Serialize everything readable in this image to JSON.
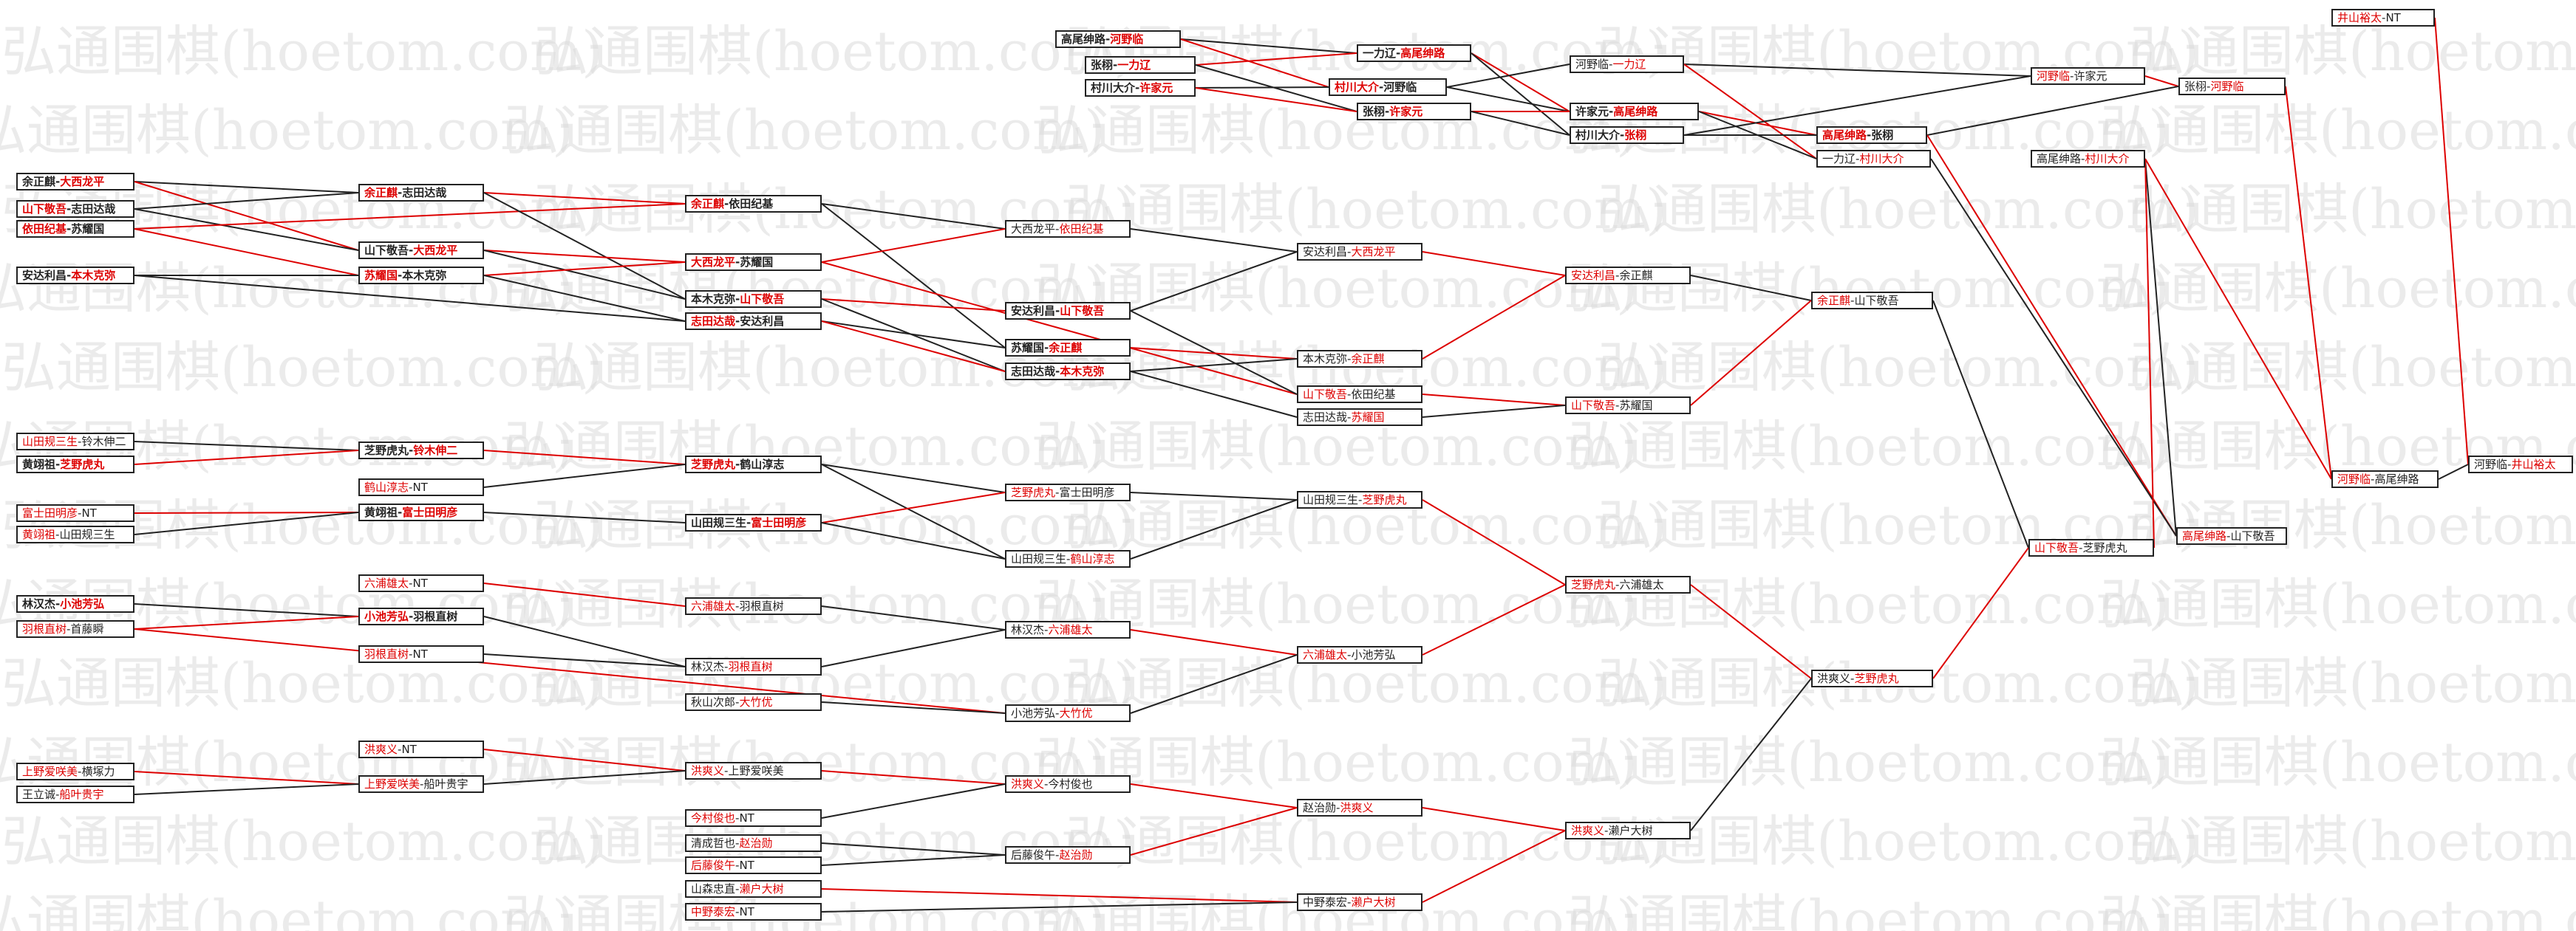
{
  "watermark": "弘通围棋(hoetom.com)",
  "colors": {
    "winner": "#dd0000",
    "text": "#222222",
    "border": "#222222"
  },
  "matches": [
    {
      "id": "r1a",
      "a": "余正麒",
      "b": "大西龙平",
      "w": "b",
      "bold": true
    },
    {
      "id": "r1b",
      "a": "山下敬吾",
      "b": "志田达哉",
      "w": "a",
      "bold": true
    },
    {
      "id": "r1c",
      "a": "依田纪基",
      "b": "苏耀国",
      "w": "a",
      "bold": true
    },
    {
      "id": "r1d",
      "a": "安达利昌",
      "b": "本木克弥",
      "w": "b",
      "bold": true
    },
    {
      "id": "r1e",
      "a": "山田规三生",
      "b": "铃木伸二",
      "w": "a"
    },
    {
      "id": "r1f",
      "a": "黄翊祖",
      "b": "芝野虎丸",
      "w": "b",
      "bold": true
    },
    {
      "id": "r1g",
      "a": "富士田明彦",
      "b": "NT",
      "w": "a"
    },
    {
      "id": "r1h",
      "a": "黄翊祖",
      "b": "山田规三生",
      "w": "a"
    },
    {
      "id": "r1i",
      "a": "林汉杰",
      "b": "小池芳弘",
      "w": "b",
      "bold": true
    },
    {
      "id": "r1j",
      "a": "羽根直树",
      "b": "首藤瞬",
      "w": "a"
    },
    {
      "id": "r1k",
      "a": "上野爱咲美",
      "b": "横塚力",
      "w": "a"
    },
    {
      "id": "r1l",
      "a": "王立诚",
      "b": "船叶贵宇",
      "w": "b"
    },
    {
      "id": "r2a",
      "a": "余正麒",
      "b": "志田达哉",
      "w": "a",
      "bold": true
    },
    {
      "id": "r2b",
      "a": "山下敬吾",
      "b": "大西龙平",
      "w": "b",
      "bold": true
    },
    {
      "id": "r2c",
      "a": "苏耀国",
      "b": "本木克弥",
      "w": "a",
      "bold": true
    },
    {
      "id": "r2d",
      "a": "芝野虎丸",
      "b": "铃木伸二",
      "w": "b",
      "bold": true
    },
    {
      "id": "r2e",
      "a": "鹤山淳志",
      "b": "NT",
      "w": "a"
    },
    {
      "id": "r2f",
      "a": "黄翊祖",
      "b": "富士田明彦",
      "w": "b",
      "bold": true
    },
    {
      "id": "r2g",
      "a": "六浦雄太",
      "b": "NT",
      "w": "a"
    },
    {
      "id": "r2h",
      "a": "小池芳弘",
      "b": "羽根直树",
      "w": "a",
      "bold": true
    },
    {
      "id": "r2i",
      "a": "羽根直树",
      "b": "NT",
      "w": "a"
    },
    {
      "id": "r2j",
      "a": "洪爽义",
      "b": "NT",
      "w": "a"
    },
    {
      "id": "r2k",
      "a": "上野爱咲美",
      "b": "船叶贵宇",
      "w": "a"
    },
    {
      "id": "r3a",
      "a": "余正麒",
      "b": "依田纪基",
      "w": "a",
      "bold": true
    },
    {
      "id": "r3b",
      "a": "大西龙平",
      "b": "苏耀国",
      "w": "a",
      "bold": true
    },
    {
      "id": "r3c",
      "a": "本木克弥",
      "b": "山下敬吾",
      "w": "b",
      "bold": true
    },
    {
      "id": "r3d",
      "a": "志田达哉",
      "b": "安达利昌",
      "w": "a",
      "bold": true
    },
    {
      "id": "r3e",
      "a": "芝野虎丸",
      "b": "鹤山淳志",
      "w": "a",
      "bold": true
    },
    {
      "id": "r3f",
      "a": "山田规三生",
      "b": "富士田明彦",
      "w": "b",
      "bold": true
    },
    {
      "id": "r3g",
      "a": "六浦雄太",
      "b": "羽根直树",
      "w": "a"
    },
    {
      "id": "r3h",
      "a": "林汉杰",
      "b": "羽根直树",
      "w": "b"
    },
    {
      "id": "r3i",
      "a": "秋山次郎",
      "b": "大竹优",
      "w": "b"
    },
    {
      "id": "r3j",
      "a": "洪爽义",
      "b": "上野爱咲美",
      "w": "a"
    },
    {
      "id": "r3k",
      "a": "今村俊也",
      "b": "NT",
      "w": "a"
    },
    {
      "id": "r3l",
      "a": "清成哲也",
      "b": "赵治勋",
      "w": "b"
    },
    {
      "id": "r3m",
      "a": "后藤俊午",
      "b": "NT",
      "w": "a"
    },
    {
      "id": "r3n",
      "a": "山森忠直",
      "b": "濑户大树",
      "w": "b"
    },
    {
      "id": "r3o",
      "a": "中野泰宏",
      "b": "NT",
      "w": "a"
    },
    {
      "id": "r4a",
      "a": "大西龙平",
      "b": "依田纪基",
      "w": "b"
    },
    {
      "id": "r4b",
      "a": "安达利昌",
      "b": "山下敬吾",
      "w": "b",
      "bold": true
    },
    {
      "id": "r4c",
      "a": "苏耀国",
      "b": "余正麒",
      "w": "b",
      "bold": true
    },
    {
      "id": "r4d",
      "a": "志田达哉",
      "b": "本木克弥",
      "w": "b",
      "bold": true
    },
    {
      "id": "r4e",
      "a": "芝野虎丸",
      "b": "富士田明彦",
      "w": "a"
    },
    {
      "id": "r4f",
      "a": "山田规三生",
      "b": "鹤山淳志",
      "w": "b"
    },
    {
      "id": "r4g",
      "a": "林汉杰",
      "b": "六浦雄太",
      "w": "b"
    },
    {
      "id": "r4h",
      "a": "小池芳弘",
      "b": "大竹优",
      "w": "b"
    },
    {
      "id": "r4i",
      "a": "洪爽义",
      "b": "今村俊也",
      "w": "a"
    },
    {
      "id": "r4j",
      "a": "后藤俊午",
      "b": "赵治勋",
      "w": "b"
    },
    {
      "id": "r5a",
      "a": "安达利昌",
      "b": "大西龙平",
      "w": "b"
    },
    {
      "id": "r5b",
      "a": "本木克弥",
      "b": "余正麒",
      "w": "b"
    },
    {
      "id": "r5c",
      "a": "山下敬吾",
      "b": "依田纪基",
      "w": "a"
    },
    {
      "id": "r5d",
      "a": "志田达哉",
      "b": "苏耀国",
      "w": "b"
    },
    {
      "id": "r5e",
      "a": "山田规三生",
      "b": "芝野虎丸",
      "w": "b"
    },
    {
      "id": "r5f",
      "a": "六浦雄太",
      "b": "小池芳弘",
      "w": "a"
    },
    {
      "id": "r5g",
      "a": "赵治勋",
      "b": "洪爽义",
      "w": "b"
    },
    {
      "id": "r5h",
      "a": "中野泰宏",
      "b": "濑户大树",
      "w": "b"
    },
    {
      "id": "r6a",
      "a": "安达利昌",
      "b": "余正麒",
      "w": "a"
    },
    {
      "id": "r6b",
      "a": "山下敬吾",
      "b": "苏耀国",
      "w": "a"
    },
    {
      "id": "r6c",
      "a": "芝野虎丸",
      "b": "六浦雄太",
      "w": "a"
    },
    {
      "id": "r6d",
      "a": "洪爽义",
      "b": "濑户大树",
      "w": "a"
    },
    {
      "id": "r7a",
      "a": "余正麒",
      "b": "山下敬吾",
      "w": "a"
    },
    {
      "id": "r7b",
      "a": "洪爽义",
      "b": "芝野虎丸",
      "w": "b"
    },
    {
      "id": "r8a",
      "a": "山下敬吾",
      "b": "芝野虎丸",
      "w": "a"
    },
    {
      "id": "t1a",
      "a": "高尾绅路",
      "b": "河野临",
      "w": "b",
      "bold": true
    },
    {
      "id": "t1b",
      "a": "张栩",
      "b": "一力辽",
      "w": "b",
      "bold": true
    },
    {
      "id": "t1c",
      "a": "村川大介",
      "b": "许家元",
      "w": "b",
      "bold": true
    },
    {
      "id": "t2a",
      "a": "一力辽",
      "b": "高尾绅路",
      "w": "b",
      "bold": true
    },
    {
      "id": "t2b",
      "a": "村川大介",
      "b": "河野临",
      "w": "a",
      "bold": true
    },
    {
      "id": "t2c",
      "a": "张栩",
      "b": "许家元",
      "w": "b",
      "bold": true
    },
    {
      "id": "t3a",
      "a": "河野临",
      "b": "一力辽",
      "w": "b"
    },
    {
      "id": "t3b",
      "a": "许家元",
      "b": "高尾绅路",
      "w": "b",
      "bold": true
    },
    {
      "id": "t3c",
      "a": "村川大介",
      "b": "张栩",
      "w": "b",
      "bold": true
    },
    {
      "id": "t4a",
      "a": "河野临",
      "b": "许家元",
      "w": "a"
    },
    {
      "id": "t4b",
      "a": "高尾绅路",
      "b": "张栩",
      "w": "a",
      "bold": true
    },
    {
      "id": "t4c",
      "a": "一力辽",
      "b": "村川大介",
      "w": "b"
    },
    {
      "id": "t5a",
      "a": "张栩",
      "b": "河野临",
      "w": "b"
    },
    {
      "id": "t5b",
      "a": "高尾绅路",
      "b": "村川大介",
      "w": "b"
    },
    {
      "id": "t6a",
      "a": "高尾绅路",
      "b": "山下敬吾",
      "w": "a"
    },
    {
      "id": "t7a",
      "a": "河野临",
      "b": "高尾绅路",
      "w": "a"
    },
    {
      "id": "t7b",
      "a": "井山裕太",
      "b": "NT",
      "w": "a"
    },
    {
      "id": "t8a",
      "a": "河野临",
      "b": "井山裕太",
      "w": "b"
    }
  ],
  "connections": [
    [
      "r1a",
      "r2a",
      "k"
    ],
    [
      "r1a",
      "r2b",
      "r"
    ],
    [
      "r1b",
      "r2a",
      "k"
    ],
    [
      "r1b",
      "r2b",
      "k"
    ],
    [
      "r1c",
      "r2c",
      "r"
    ],
    [
      "r1c",
      "r3a",
      "r"
    ],
    [
      "r1d",
      "r2c",
      "k"
    ],
    [
      "r1d",
      "r3d",
      "k"
    ],
    [
      "r2a",
      "r3a",
      "r"
    ],
    [
      "r2a",
      "r3c",
      "k"
    ],
    [
      "r2b",
      "r3b",
      "r"
    ],
    [
      "r2b",
      "r3c",
      "k"
    ],
    [
      "r2c",
      "r3b",
      "r"
    ],
    [
      "r2c",
      "r3d",
      "k"
    ],
    [
      "r3a",
      "r4a",
      "k"
    ],
    [
      "r3a",
      "r4c",
      "k"
    ],
    [
      "r3b",
      "r4a",
      "r"
    ],
    [
      "r3b",
      "r5c",
      "r"
    ],
    [
      "r3c",
      "r4b",
      "r"
    ],
    [
      "r3c",
      "r4d",
      "k"
    ],
    [
      "r3d",
      "r4c",
      "k"
    ],
    [
      "r3d",
      "r4d",
      "r"
    ],
    [
      "r4a",
      "r5a",
      "k"
    ],
    [
      "r4b",
      "r5a",
      "k"
    ],
    [
      "r4b",
      "r5c",
      "k"
    ],
    [
      "r4c",
      "r5b",
      "r"
    ],
    [
      "r4d",
      "r5b",
      "k"
    ],
    [
      "r4d",
      "r5d",
      "k"
    ],
    [
      "r5a",
      "r6a",
      "r"
    ],
    [
      "r5b",
      "r6a",
      "r"
    ],
    [
      "r5c",
      "r6b",
      "r"
    ],
    [
      "r5d",
      "r6b",
      "k"
    ],
    [
      "r6a",
      "r7a",
      "k"
    ],
    [
      "r6b",
      "r7a",
      "r"
    ],
    [
      "r1e",
      "r2d",
      "k"
    ],
    [
      "r1f",
      "r2d",
      "r"
    ],
    [
      "r1g",
      "r2f",
      "r"
    ],
    [
      "r1h",
      "r2f",
      "k"
    ],
    [
      "r2d",
      "r3e",
      "r"
    ],
    [
      "r2e",
      "r3e",
      "k"
    ],
    [
      "r2f",
      "r3f",
      "k"
    ],
    [
      "r3e",
      "r4e",
      "k"
    ],
    [
      "r3e",
      "r4f",
      "k"
    ],
    [
      "r3f",
      "r4e",
      "r"
    ],
    [
      "r3f",
      "r4f",
      "k"
    ],
    [
      "r4e",
      "r5e",
      "k"
    ],
    [
      "r4f",
      "r5e",
      "k"
    ],
    [
      "r5e",
      "r6c",
      "r"
    ],
    [
      "r1i",
      "r2h",
      "k"
    ],
    [
      "r1j",
      "r2h",
      "r"
    ],
    [
      "r1j",
      "r4h",
      "r"
    ],
    [
      "r2g",
      "r3g",
      "r"
    ],
    [
      "r2h",
      "r3h",
      "k"
    ],
    [
      "r2i",
      "r3h",
      "k"
    ],
    [
      "r3g",
      "r4g",
      "k"
    ],
    [
      "r3h",
      "r4g",
      "k"
    ],
    [
      "r3i",
      "r4h",
      "k"
    ],
    [
      "r4g",
      "r5f",
      "r"
    ],
    [
      "r4h",
      "r5f",
      "k"
    ],
    [
      "r5f",
      "r6c",
      "r"
    ],
    [
      "r1k",
      "r2k",
      "r"
    ],
    [
      "r1l",
      "r2k",
      "k"
    ],
    [
      "r2j",
      "r3j",
      "r"
    ],
    [
      "r2k",
      "r3j",
      "k"
    ],
    [
      "r3j",
      "r4i",
      "r"
    ],
    [
      "r3k",
      "r4i",
      "k"
    ],
    [
      "r3l",
      "r4j",
      "k"
    ],
    [
      "r3m",
      "r4j",
      "k"
    ],
    [
      "r4i",
      "r5g",
      "r"
    ],
    [
      "r4j",
      "r5g",
      "r"
    ],
    [
      "r3n",
      "r5h",
      "r"
    ],
    [
      "r3o",
      "r5h",
      "k"
    ],
    [
      "r5g",
      "r6d",
      "r"
    ],
    [
      "r5h",
      "r6d",
      "r"
    ],
    [
      "r6c",
      "r7b",
      "r"
    ],
    [
      "r6d",
      "r7b",
      "k"
    ],
    [
      "r7a",
      "r8a",
      "k"
    ],
    [
      "r7b",
      "r8a",
      "r"
    ],
    [
      "t1a",
      "t2a",
      "k"
    ],
    [
      "t1a",
      "t2b",
      "r"
    ],
    [
      "t1b",
      "t2a",
      "r"
    ],
    [
      "t1b",
      "t2c",
      "k"
    ],
    [
      "t1c",
      "t2b",
      "k"
    ],
    [
      "t1c",
      "t2c",
      "r"
    ],
    [
      "t2a",
      "t3b",
      "r"
    ],
    [
      "t2a",
      "t3c",
      "k"
    ],
    [
      "t2b",
      "t3a",
      "k"
    ],
    [
      "t2b",
      "t3b",
      "k"
    ],
    [
      "t2c",
      "t3b",
      "r"
    ],
    [
      "t2c",
      "t3c",
      "k"
    ],
    [
      "t3a",
      "t4a",
      "k"
    ],
    [
      "t3a",
      "t4c",
      "r"
    ],
    [
      "t3b",
      "t4b",
      "r"
    ],
    [
      "t3b",
      "t4c",
      "k"
    ],
    [
      "t3c",
      "t4a",
      "k"
    ],
    [
      "t3c",
      "t4b",
      "k"
    ],
    [
      "t4a",
      "t5a",
      "r"
    ],
    [
      "t4b",
      "t5a",
      "k"
    ],
    [
      "t4b",
      "t6a",
      "r"
    ],
    [
      "t4c",
      "t6a",
      "k"
    ],
    [
      "t6a",
      "t5b",
      "k"
    ],
    [
      "r8a",
      "t5b",
      "r"
    ],
    [
      "t5a",
      "t7a",
      "r"
    ],
    [
      "t5b",
      "t7a",
      "r"
    ],
    [
      "t7a",
      "t8a",
      "k"
    ],
    [
      "t7b",
      "t8a",
      "r"
    ]
  ]
}
